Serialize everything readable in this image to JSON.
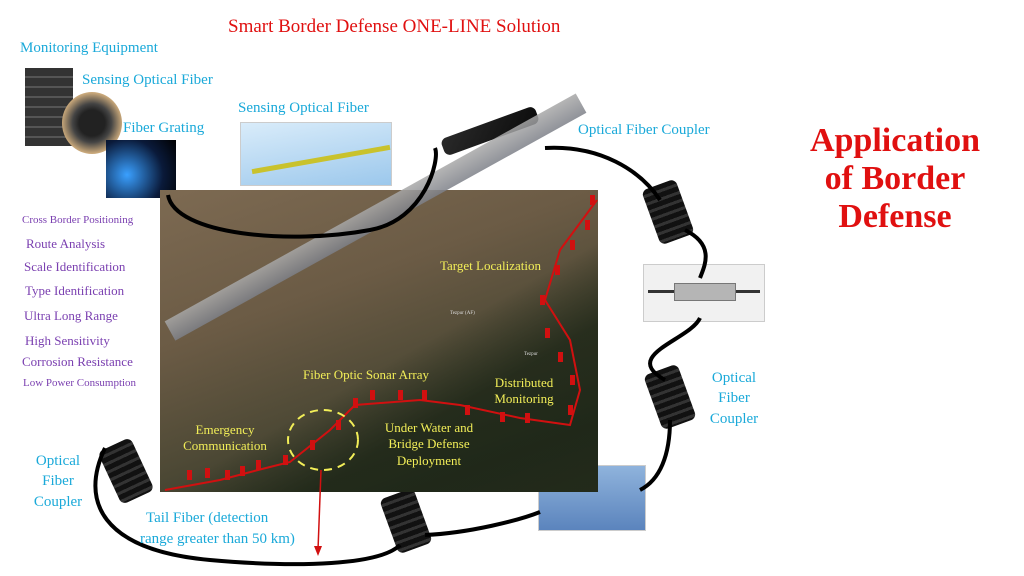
{
  "title": "Smart Border Defense ONE-LINE Solution",
  "application_title": [
    "Application",
    "of Border",
    "Defense"
  ],
  "equipment_labels": {
    "monitoring_equipment": "Monitoring Equipment",
    "sensing_fiber_1": "Sensing Optical Fiber",
    "fiber_grating": "Fiber Grating",
    "sensing_fiber_2": "Sensing Optical Fiber",
    "coupler_top": "Optical Fiber Coupler",
    "coupler_right": [
      "Optical",
      "Fiber",
      "Coupler"
    ],
    "coupler_left": [
      "Optical",
      "Fiber",
      "Coupler"
    ],
    "tail_fiber": [
      "Tail Fiber (detection",
      "range greater than 50 km)"
    ]
  },
  "features": [
    "Cross Border Positioning",
    "Route Analysis",
    "Scale Identification",
    "Type Identification",
    "Ultra Long Range",
    "High Sensitivity",
    "Corrosion Resistance",
    "Low Power Consumption"
  ],
  "map_labels": {
    "target": "Target Localization",
    "sonar": "Fiber Optic Sonar Array",
    "distributed": [
      "Distributed",
      "Monitoring"
    ],
    "emergency": [
      "Emergency",
      "Communication"
    ],
    "underwater": [
      "Under Water and",
      "Bridge Defense",
      "Deployment"
    ],
    "place1": "Tezpur (AF)",
    "place2": "Tezpur"
  },
  "colors": {
    "title": "#e01010",
    "label": "#1aa9d9",
    "feature": "#7a3fb0",
    "map_label": "#f2ee58",
    "route": "#d11010"
  }
}
